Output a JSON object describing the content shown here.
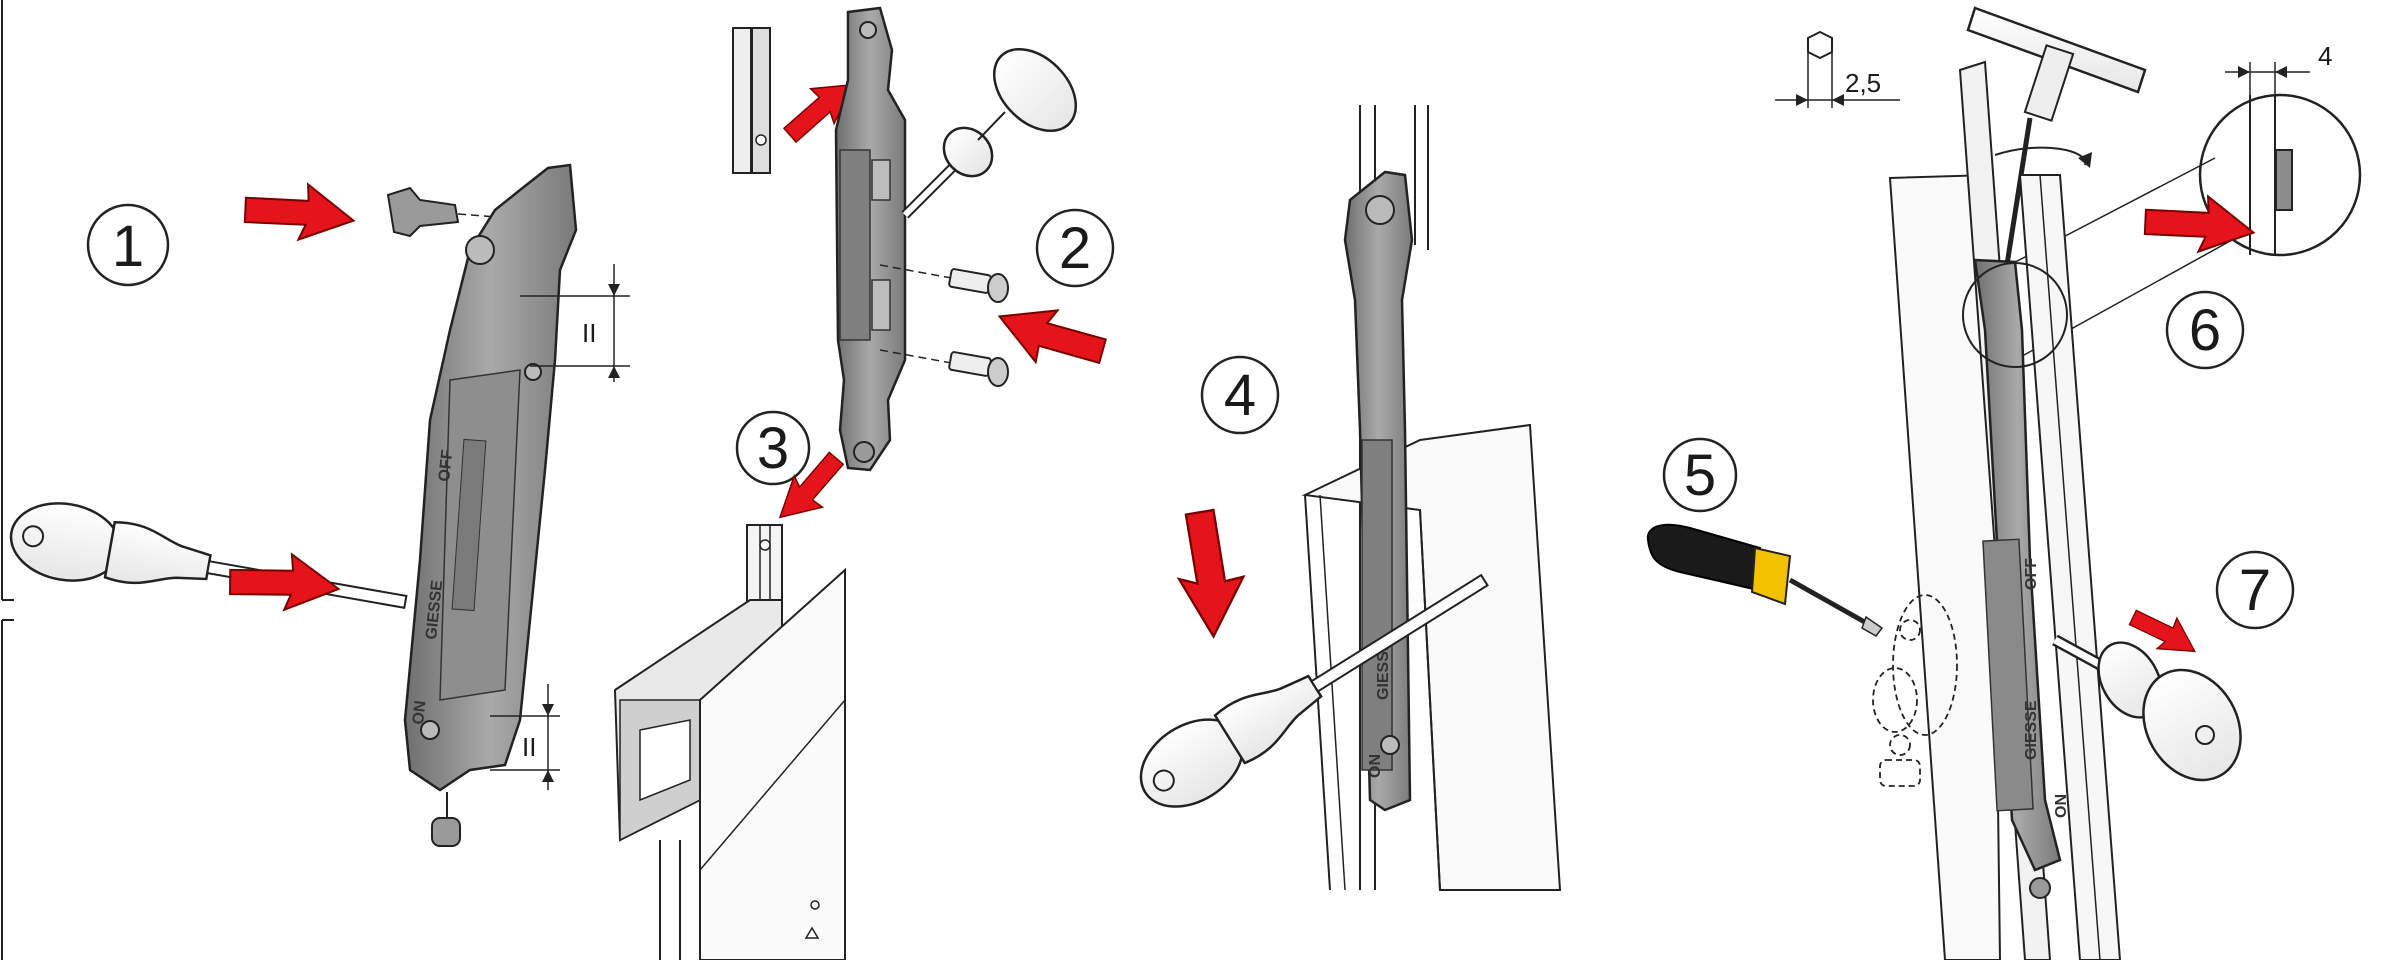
{
  "steps": [
    {
      "number": "1"
    },
    {
      "number": "2"
    },
    {
      "number": "3"
    },
    {
      "number": "4"
    },
    {
      "number": "5"
    },
    {
      "number": "6"
    },
    {
      "number": "7"
    }
  ],
  "dimensions": {
    "gap_mark": "II",
    "hex_key": "2,5",
    "clearance": "4"
  },
  "markings": {
    "off": "OFF",
    "on": "ON",
    "brand": "GIESSE"
  },
  "colors": {
    "arrow": "#e5141b",
    "part": "#8c8c8c",
    "outline": "#222222"
  }
}
